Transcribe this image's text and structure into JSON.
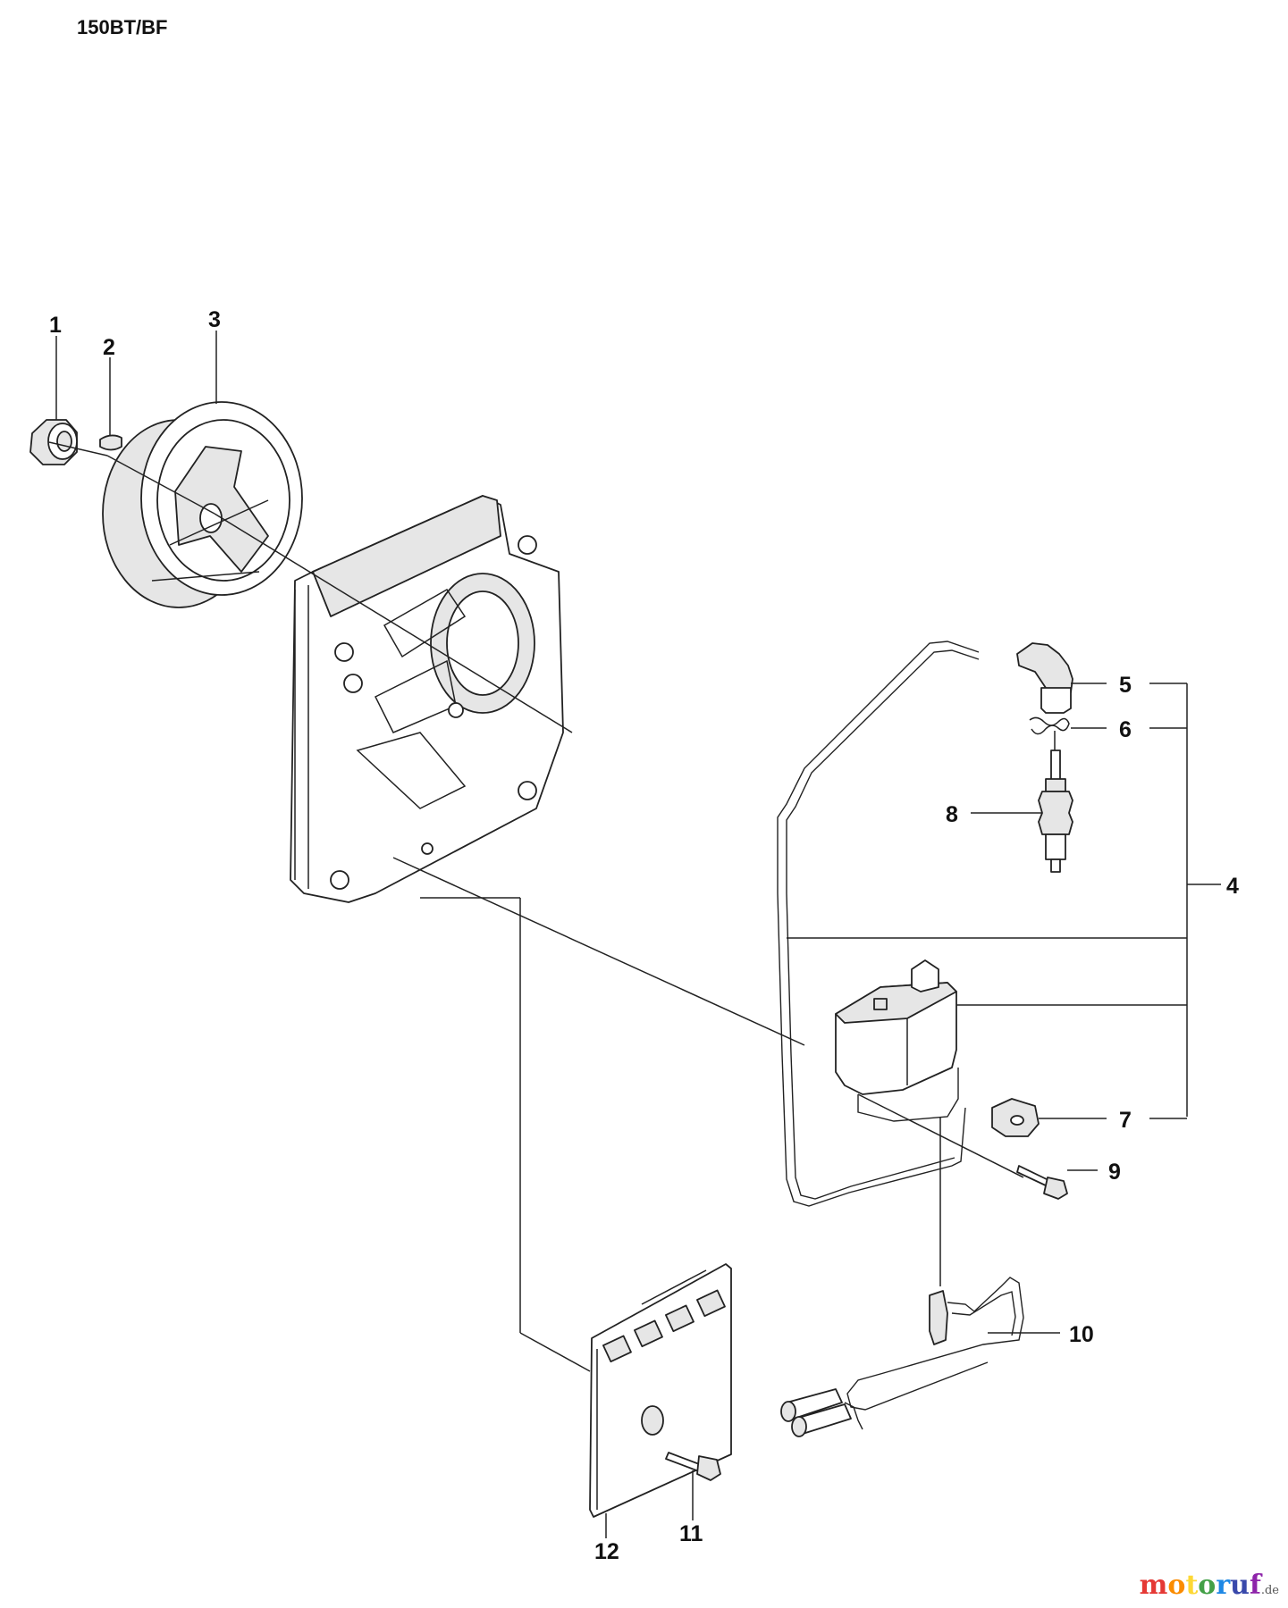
{
  "title": "150BT/BF",
  "callouts": [
    "1",
    "2",
    "3",
    "4",
    "5",
    "6",
    "7",
    "8",
    "9",
    "10",
    "11",
    "12"
  ],
  "watermark": {
    "letters": [
      "m",
      "o",
      "t",
      "o",
      "r",
      "u",
      "f"
    ],
    "colors": [
      "#e53935",
      "#fb8c00",
      "#fdd835",
      "#43a047",
      "#1e88e5",
      "#3949ab",
      "#8e24aa"
    ],
    "suffix": ".de"
  }
}
